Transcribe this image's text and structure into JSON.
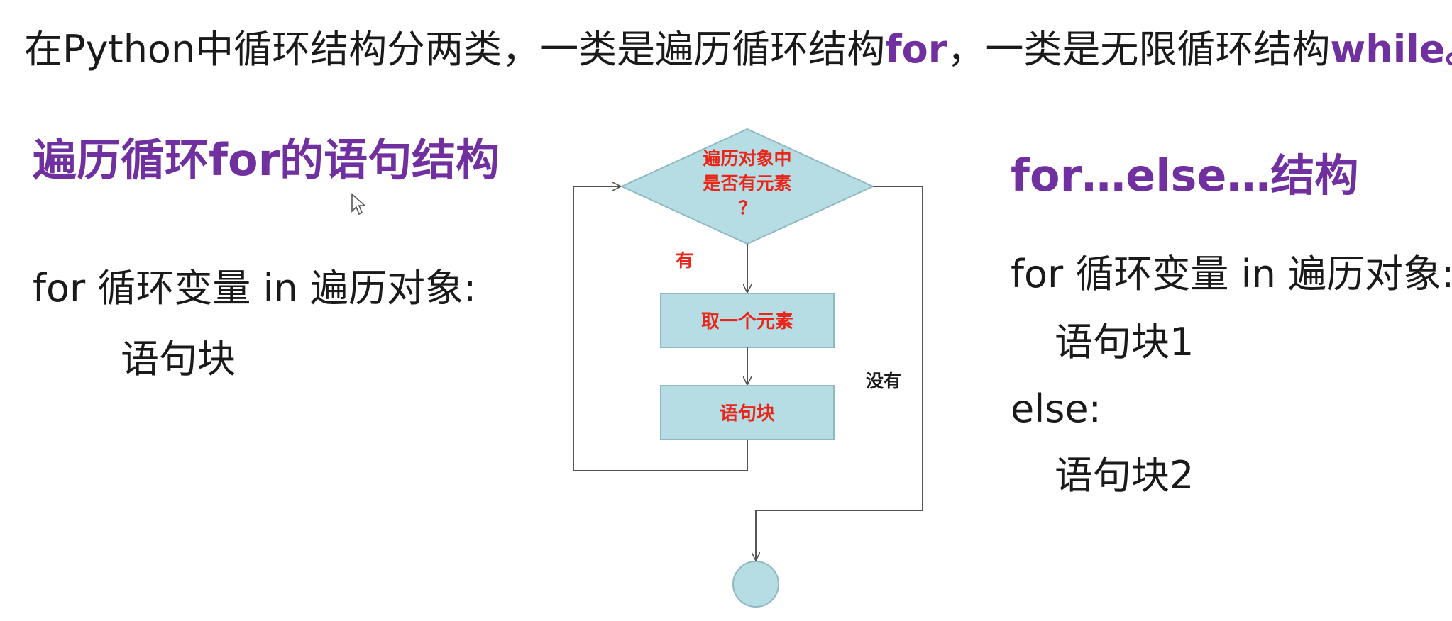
{
  "intro": {
    "part1": "在Python中循环结构分两类，一类是遍历循环结构",
    "kw_for": "for",
    "part2": "，一类是无限循环结构",
    "kw_while": "while",
    "part3": "。"
  },
  "left": {
    "title": "遍历循环for的语句结构",
    "line1": "for 循环变量 in 遍历对象:",
    "line2": "语句块"
  },
  "flowchart": {
    "decision": [
      "遍历对象中",
      "是否有元素",
      "？"
    ],
    "yes_label": "有",
    "no_label": "没有",
    "step1": "取一个元素",
    "step2": "语句块",
    "fill": "#b7dde4",
    "label_color": "#e8261a",
    "line_color": "#555555"
  },
  "right": {
    "title": "for…else…结构",
    "line1": "for 循环变量 in 遍历对象:",
    "line2": "语句块1",
    "line3": "else:",
    "line4": "语句块2"
  },
  "colors": {
    "accent": "#7030a0",
    "text": "#1a1a1a"
  }
}
